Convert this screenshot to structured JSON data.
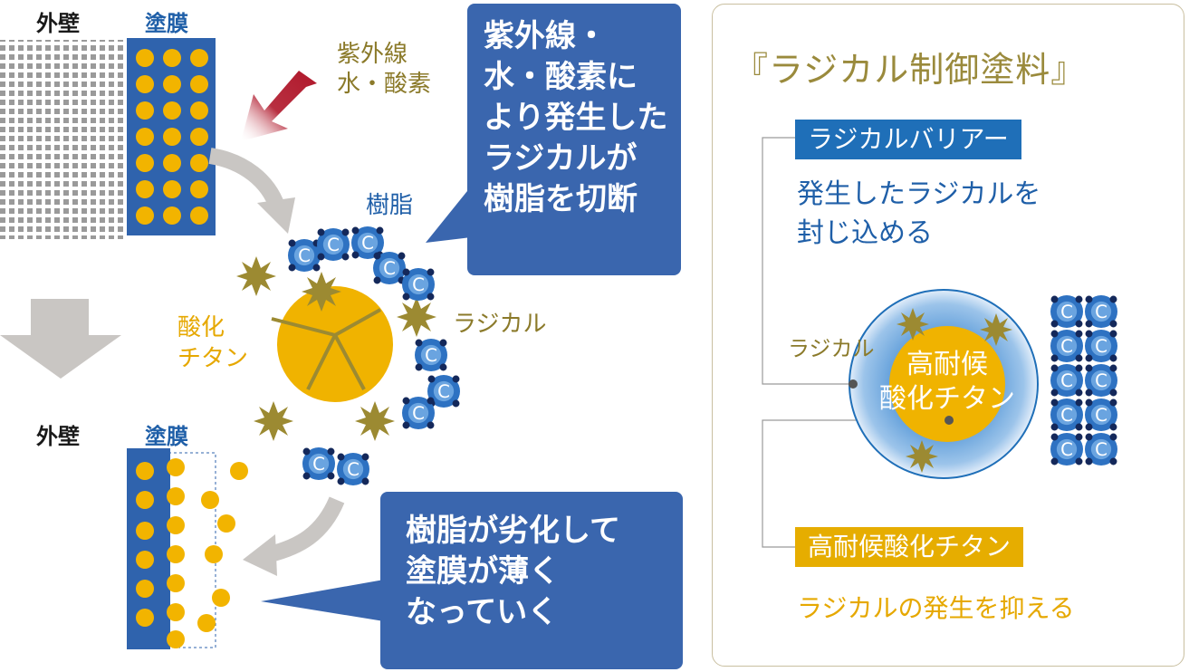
{
  "labels": {
    "wall_top": "外壁",
    "coating_top": "塗膜",
    "uv_water_oxygen": [
      "紫外線",
      "水・酸素"
    ],
    "resin": "樹脂",
    "radical": "ラジカル",
    "titanium_oxide": [
      "酸化",
      "チタン"
    ],
    "wall_bottom": "外壁",
    "coating_bottom": "塗膜",
    "carbon": "C"
  },
  "bubbles": {
    "top": [
      "紫外線・",
      "水・酸素に",
      "より発生した",
      "ラジカルが",
      "樹脂を切断"
    ],
    "bottom": [
      "樹脂が劣化して",
      "塗膜が薄く",
      "なっていく"
    ]
  },
  "panel": {
    "title": "『ラジカル制御塗料』",
    "barrier_tag": "ラジカルバリアー",
    "barrier_desc": [
      "発生したラジカルを",
      "封じ込める"
    ],
    "radical_label": "ラジカル",
    "core_text": [
      "高耐候",
      "酸化チタン"
    ],
    "tio_tag": "高耐候酸化チタン",
    "tio_desc": "ラジカルの発生を抑える"
  },
  "colors": {
    "coating_blue": "#2f63ad",
    "pigment_yellow": "#f2b400",
    "bubble_blue": "#3a66ae",
    "radical_olive": "#9c8a32",
    "uv_arrow_red": "#b0182b",
    "gray_arrow": "#c9c6c3",
    "carbon_blue": "#2e72c2",
    "carbon_dot": "#14285a"
  }
}
